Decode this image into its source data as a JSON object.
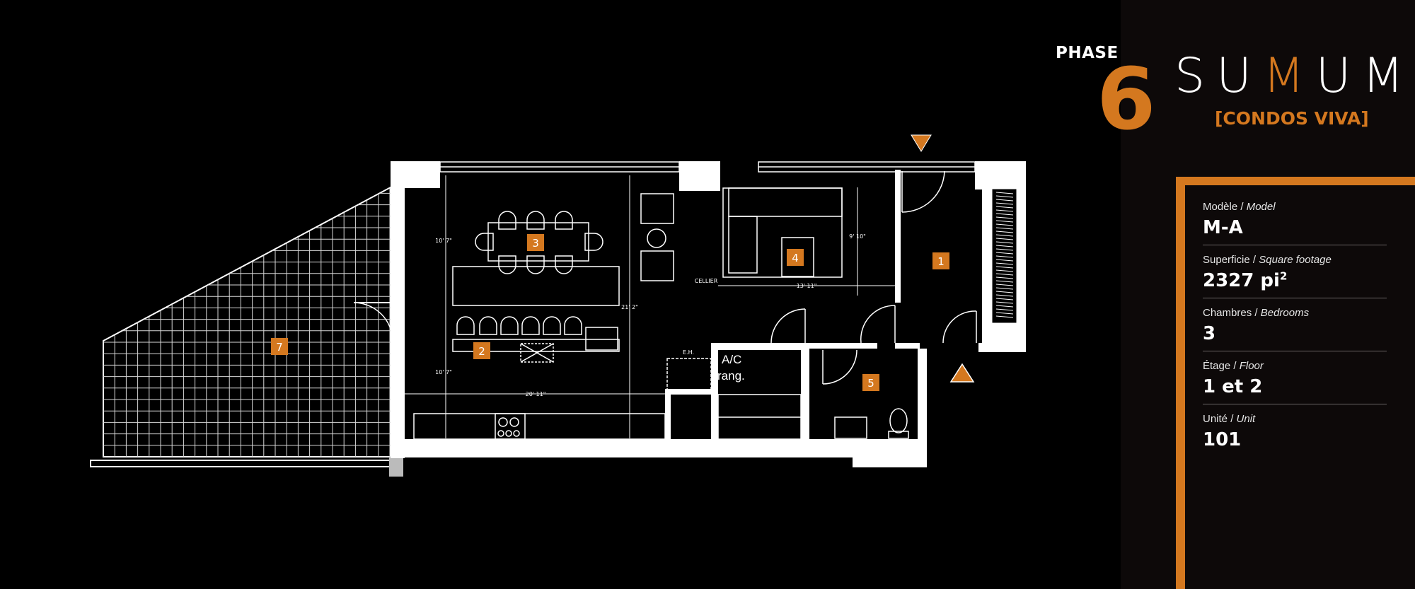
{
  "logo": {
    "phase_label": "PHASE",
    "phase_number": "6",
    "brand_pre": "SU",
    "brand_accent": "M",
    "brand_post": "UM",
    "subtitle": "[CONDOS VIVA]"
  },
  "colors": {
    "accent": "#d4781f",
    "panel_bg": "#0d0909",
    "plan_bg": "#000000",
    "walls": "#ffffff"
  },
  "specs": [
    {
      "label_fr": "Modèle",
      "label_en": "Model",
      "value": "M-A",
      "unit": ""
    },
    {
      "label_fr": "Superficie",
      "label_en": "Square footage",
      "value": "2327 pi",
      "unit": "2"
    },
    {
      "label_fr": "Chambres",
      "label_en": "Bedrooms",
      "value": "3",
      "unit": ""
    },
    {
      "label_fr": "Étage",
      "label_en": "Floor",
      "value": "1 et 2",
      "unit": ""
    },
    {
      "label_fr": "Unité",
      "label_en": "Unit",
      "value": "101",
      "unit": ""
    }
  ],
  "separator": " / ",
  "plan": {
    "room_labels": [
      "1",
      "2",
      "3",
      "4",
      "5",
      "7"
    ],
    "dimensions": {
      "dining_height": "10' 7\"",
      "kitchen_height": "10' 7\"",
      "total_height": "21' 2\"",
      "kitchen_width": "20' 11\"",
      "living_height": "9' 10\"",
      "living_width": "13' 11\""
    },
    "annotations": {
      "cellier": "CELLIER",
      "eh": "E.H.",
      "ac": "A/C",
      "rang": "rang."
    },
    "entry_arrows": [
      "arrow-down-icon",
      "arrow-up-icon"
    ]
  }
}
